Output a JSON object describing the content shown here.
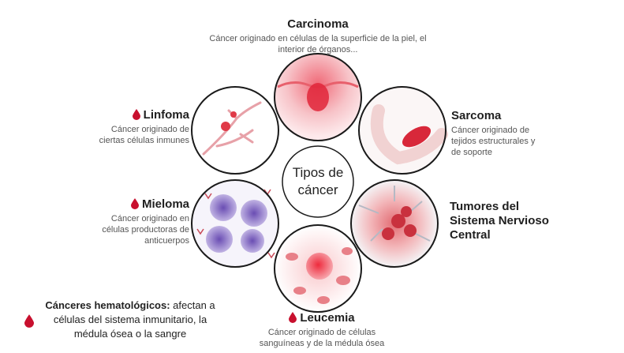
{
  "center": {
    "line1": "Tipos de",
    "line2": "cáncer"
  },
  "types": {
    "carcinoma": {
      "title": "Carcinoma",
      "desc_line1": "Cáncer originado en células de la superficie de la piel, el",
      "desc_line2": "interior de órganos..."
    },
    "sarcoma": {
      "title": "Sarcoma",
      "desc_line1": "Cáncer originado de",
      "desc_line2": "tejidos estructurales y",
      "desc_line3": "de soporte"
    },
    "snc": {
      "title_line1": "Tumores del",
      "title_line2": "Sistema Nervioso",
      "title_line3": "Central"
    },
    "leucemia": {
      "title": "Leucemia",
      "desc_line1": "Cáncer originado de células",
      "desc_line2": "sanguíneas y de la médula ósea"
    },
    "mieloma": {
      "title": "Mieloma",
      "desc_line1": "Cáncer originado en",
      "desc_line2": "células productoras de",
      "desc_line3": "anticuerpos"
    },
    "linfoma": {
      "title": "Linfoma",
      "desc_line1": "Cáncer originado de",
      "desc_line2": "ciertas células inmunes"
    }
  },
  "note": {
    "bold": "Cánceres hematológicos:",
    "line1_rest": " afectan a",
    "line2": "células del sistema inmunitario, la",
    "line3": "médula ósea o la sangre"
  },
  "colors": {
    "accent_red": "#c8102e",
    "ring": "#1a1a1a"
  }
}
